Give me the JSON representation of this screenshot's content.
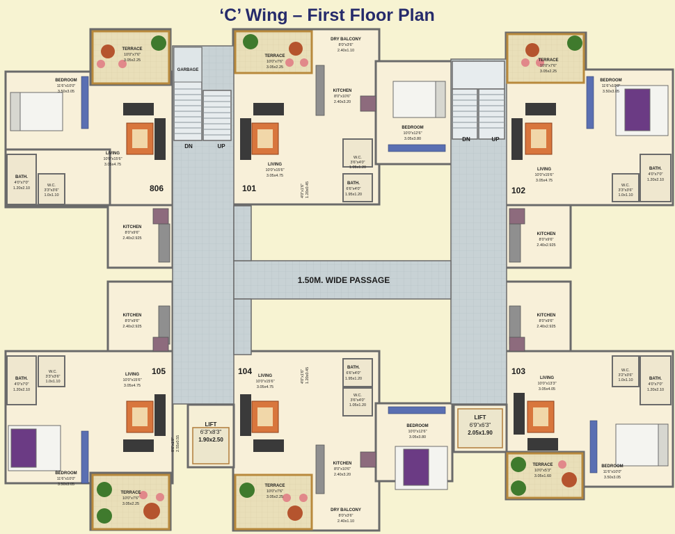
{
  "title": "‘C’ Wing – First Floor Plan",
  "passage_label": "1.50M. WIDE PASSAGE",
  "garbage_label": "GARBAGE",
  "stairs": {
    "left_dn": "DN",
    "left_up": "UP",
    "right_dn": "DN",
    "right_up": "UP"
  },
  "units": [
    "806",
    "101",
    "102",
    "105",
    "104",
    "103"
  ],
  "lifts": [
    {
      "label": "LIFT",
      "imperial": "6'3\"x8'3\"",
      "metric": "1.90x2.50"
    },
    {
      "label": "LIFT",
      "imperial": "6'9\"x6'3\"",
      "metric": "2.05x1.90"
    }
  ],
  "rooms": [
    {
      "name": "TERRACE",
      "imperial": "10'0\"x7'6\"",
      "metric": "3.05x2.25"
    },
    {
      "name": "BEDROOM",
      "imperial": "11'6\"x10'0\"",
      "metric": "3.50x3.05"
    },
    {
      "name": "LIVING",
      "imperial": "10'0\"x15'6\"",
      "metric": "3.05x4.75"
    },
    {
      "name": "BATH.",
      "imperial": "4'0\"x7'0\"",
      "metric": "1.20x2.10"
    },
    {
      "name": "W.C.",
      "imperial": "3'3\"x3'6\"",
      "metric": "1.0x1.10"
    },
    {
      "name": "KITCHEN",
      "imperial": "8'0\"x9'6\"",
      "metric": "2.40x2.925"
    },
    {
      "name": "TERRACE",
      "imperial": "10'0\"x7'6\"",
      "metric": "3.05x2.25"
    },
    {
      "name": "DRY BALCONY",
      "imperial": "8'0\"x3'6\"",
      "metric": "2.40x1.10"
    },
    {
      "name": "KITCHEN",
      "imperial": "8'0\"x10'6\"",
      "metric": "2.40x3.20"
    },
    {
      "name": "BEDROOM",
      "imperial": "10'0\"x12'6\"",
      "metric": "3.05x3.80"
    },
    {
      "name": "LIVING",
      "imperial": "10'0\"x15'6\"",
      "metric": "3.05x4.75"
    },
    {
      "name": "W.C.",
      "imperial": "3'6\"x4'0\"",
      "metric": "1.05x1.20"
    },
    {
      "name": "BATH.",
      "imperial": "6'6\"x4'0\"",
      "metric": "1.95x1.20"
    },
    {
      "name": "",
      "imperial": "4'0\"x1'6\"",
      "metric": "1.20x0.45"
    },
    {
      "name": "TERRACE",
      "imperial": "10'0\"x7'6\"",
      "metric": "3.05x2.25"
    },
    {
      "name": "BEDROOM",
      "imperial": "11'6\"x10'0\"",
      "metric": "3.50x3.05"
    },
    {
      "name": "LIVING",
      "imperial": "10'0\"x15'6\"",
      "metric": "3.05x4.75"
    },
    {
      "name": "BATH.",
      "imperial": "4'0\"x7'0\"",
      "metric": "1.20x2.10"
    },
    {
      "name": "W.C.",
      "imperial": "3'3\"x3'6\"",
      "metric": "1.0x1.10"
    },
    {
      "name": "KITCHEN",
      "imperial": "8'0\"x9'6\"",
      "metric": "2.40x2.925"
    },
    {
      "name": "KITCHEN",
      "imperial": "8'0\"x9'6\"",
      "metric": "2.40x2.925"
    },
    {
      "name": "BATH.",
      "imperial": "4'0\"x7'0\"",
      "metric": "1.20x2.10"
    },
    {
      "name": "W.C.",
      "imperial": "3'3\"x3'6\"",
      "metric": "1.0x1.10"
    },
    {
      "name": "LIVING",
      "imperial": "10'0\"x15'6\"",
      "metric": "3.05x4.75"
    },
    {
      "name": "",
      "imperial": "8'6\"x1'9\"",
      "metric": "2.55x0.55"
    },
    {
      "name": "BEDROOM",
      "imperial": "11'6\"x10'0\"",
      "metric": "3.50x3.05"
    },
    {
      "name": "TERRACE",
      "imperial": "10'0\"x7'6\"",
      "metric": "3.05x2.25"
    },
    {
      "name": "LIVING",
      "imperial": "10'0\"x15'6\"",
      "metric": "3.05x4.75"
    },
    {
      "name": "",
      "imperial": "4'0\"x1'6\"",
      "metric": "1.20x0.45"
    },
    {
      "name": "BATH.",
      "imperial": "6'6\"x4'0\"",
      "metric": "1.95x1.20"
    },
    {
      "name": "W.C.",
      "imperial": "3'6\"x4'0\"",
      "metric": "1.05x1.20"
    },
    {
      "name": "BEDROOM",
      "imperial": "10'0\"x12'6\"",
      "metric": "3.05x3.80"
    },
    {
      "name": "KITCHEN",
      "imperial": "8'0\"x10'6\"",
      "metric": "2.40x3.20"
    },
    {
      "name": "TERRACE",
      "imperial": "10'0\"x7'6\"",
      "metric": "3.05x2.25"
    },
    {
      "name": "DRY BALCONY",
      "imperial": "8'0\"x3'6\"",
      "metric": "2.40x1.10"
    },
    {
      "name": "KITCHEN",
      "imperial": "8'0\"x9'6\"",
      "metric": "2.40x2.925"
    },
    {
      "name": "LIVING",
      "imperial": "10'0\"x13'3\"",
      "metric": "3.05x4.05"
    },
    {
      "name": "W.C.",
      "imperial": "3'2\"x3'6\"",
      "metric": "1.0x1.10"
    },
    {
      "name": "BATH.",
      "imperial": "4'0\"x7'0\"",
      "metric": "1.20x2.10"
    },
    {
      "name": "TERRACE",
      "imperial": "10'0\"x5'3\"",
      "metric": "3.05x1.60"
    },
    {
      "name": "BEDROOM",
      "imperial": "11'6\"x10'0\"",
      "metric": "3.50x3.05"
    }
  ]
}
